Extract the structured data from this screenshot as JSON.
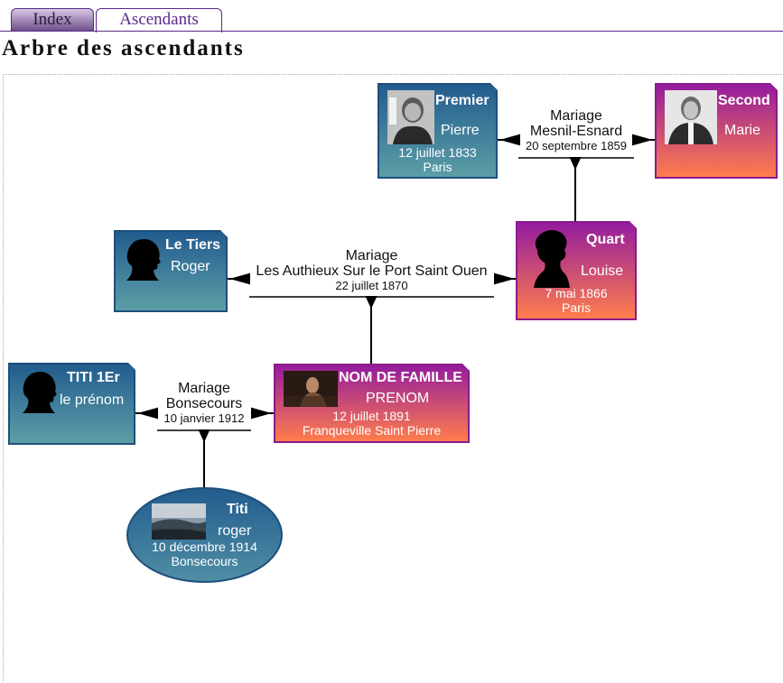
{
  "tabs": [
    {
      "label": "Index"
    },
    {
      "label": "Ascendants"
    }
  ],
  "page_title": "Arbre des ascendants",
  "persons": {
    "premier": {
      "surname": "Premier",
      "firstname": "Pierre",
      "date": "12 juillet 1833",
      "place": "Paris",
      "sex": "male"
    },
    "second": {
      "surname": "Second",
      "firstname": "Marie",
      "date": "",
      "place": "",
      "sex": "female"
    },
    "le_tiers": {
      "surname": "Le Tiers",
      "firstname": "Roger",
      "date": "",
      "place": "",
      "sex": "male"
    },
    "quart": {
      "surname": "Quart",
      "firstname": "Louise",
      "date": "7 mai 1866",
      "place": "Paris",
      "sex": "female"
    },
    "titi_1er": {
      "surname": "TITI 1Er",
      "firstname": "le prénom",
      "date": "",
      "place": "",
      "sex": "male"
    },
    "nom_de_famille": {
      "surname": "NOM DE FAMILLE",
      "firstname": "PRENOM",
      "date": "12 juillet 1891",
      "place": "Franqueville Saint Pierre",
      "sex": "female"
    },
    "titi": {
      "surname": "Titi",
      "firstname": "roger",
      "date": "10 décembre 1914",
      "place": "Bonsecours",
      "sex": "male"
    }
  },
  "marriages": {
    "m1": {
      "label": "Mariage",
      "place": "Mesnil-Esnard",
      "date": "20 septembre 1859"
    },
    "m2": {
      "label": "Mariage",
      "place": "Les Authieux Sur le Port Saint Ouen",
      "date": "22 juillet 1870"
    },
    "m3": {
      "label": "Mariage",
      "place": "Bonsecours",
      "date": "10 janvier 1912"
    }
  },
  "colors": {
    "male_top": "#225c8e",
    "male_bottom": "#5c9ea6",
    "female_top": "#941c9e",
    "female_bottom": "#ff7d4c",
    "tab_accent": "#5a2a8a"
  }
}
